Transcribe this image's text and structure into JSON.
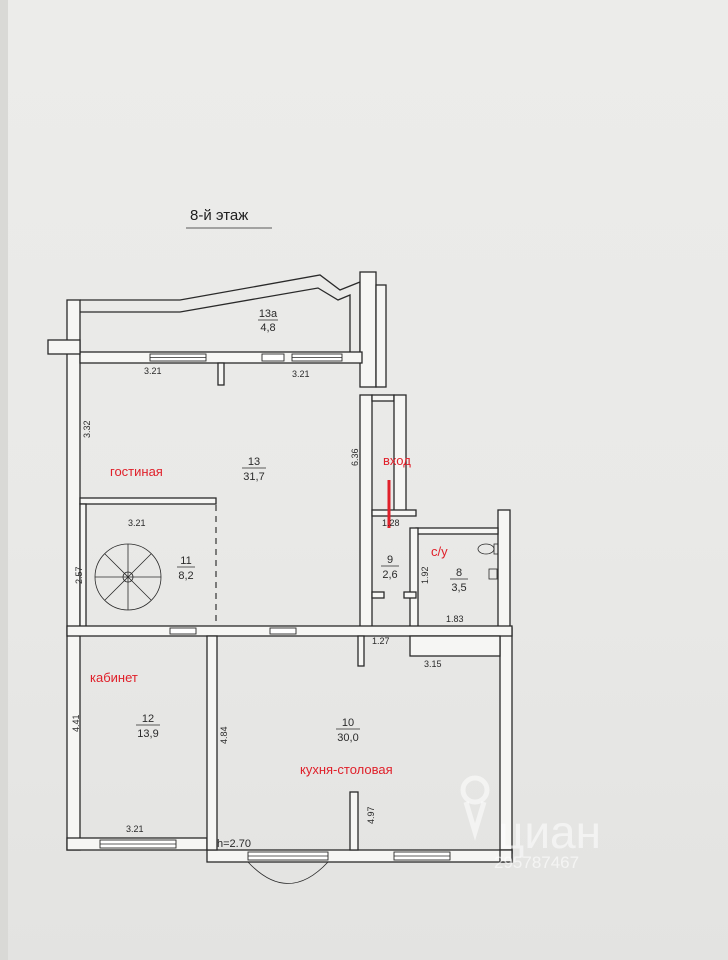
{
  "title": "8-й этаж",
  "rooms": [
    {
      "id": "13a",
      "number": "13а",
      "area": "4,8"
    },
    {
      "id": "13",
      "number": "13",
      "area": "31,7",
      "name": "гостиная"
    },
    {
      "id": "11",
      "number": "11",
      "area": "8,2"
    },
    {
      "id": "9",
      "number": "9",
      "area": "2,6"
    },
    {
      "id": "8",
      "number": "8",
      "area": "3,5",
      "name": "с/у"
    },
    {
      "id": "12",
      "number": "12",
      "area": "13,9",
      "name": "кабинет"
    },
    {
      "id": "10",
      "number": "10",
      "area": "30,0",
      "name": "кухня-столовая"
    }
  ],
  "entrance_label": "вход",
  "dimensions": [
    "3.21",
    "3.21",
    "3.32",
    "6.36",
    "3.21",
    "2.57",
    "1.28",
    "1.92",
    "1.83",
    "1.27",
    "3.15",
    "4.41",
    "4.84",
    "4.97",
    "3.21"
  ],
  "ceiling_height": "h=2.70",
  "watermark": {
    "brand": "циан",
    "id": "295787467"
  },
  "colors": {
    "label_red": "#e0202a",
    "walls": "#2a2a2a",
    "paper": "#ececea"
  }
}
